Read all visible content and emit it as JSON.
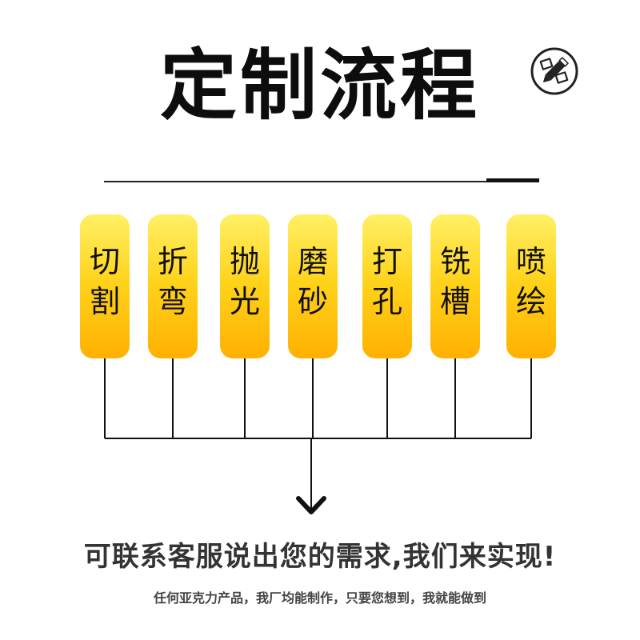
{
  "title": "定制流程",
  "steps": [
    {
      "label": "切割",
      "chars": [
        "切",
        "割"
      ]
    },
    {
      "label": "折弯",
      "chars": [
        "折",
        "弯"
      ]
    },
    {
      "label": "抛光",
      "chars": [
        "抛",
        "光"
      ]
    },
    {
      "label": "磨砂",
      "chars": [
        "磨",
        "砂"
      ]
    },
    {
      "label": "打孔",
      "chars": [
        "打",
        "孔"
      ]
    },
    {
      "label": "铣槽",
      "chars": [
        "铣",
        "槽"
      ]
    },
    {
      "label": "喷绘",
      "chars": [
        "喷",
        "绘"
      ]
    }
  ],
  "subtitle": "可联系客服说出您的需求,我们来实现!",
  "note": "任何亚克力产品，我厂均能制作，只要您想到，我就能做到",
  "colors": {
    "step_top": "#fff066",
    "step_mid": "#ffd21a",
    "step_bottom": "#ffb000",
    "line": "#111111"
  },
  "icons": {
    "badge": "pencil-edit-icon",
    "arrow": "arrow-down-icon"
  }
}
